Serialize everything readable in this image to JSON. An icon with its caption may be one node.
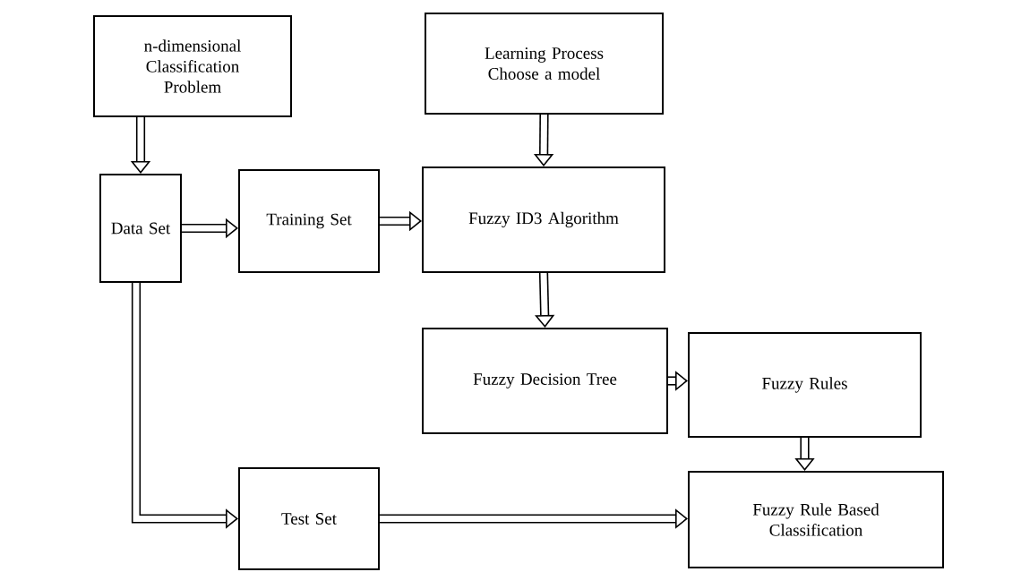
{
  "diagram": {
    "nodes": [
      {
        "text": [
          "n-dimensional Classification Problem"
        ]
      },
      {
        "text": [
          "Learning Process Choose a model"
        ]
      },
      {
        "text": [
          "Data Set"
        ]
      },
      {
        "text": [
          "Training Set"
        ]
      },
      {
        "text": [
          "Fuzzy ID3 Algorithm"
        ]
      },
      {
        "text": [
          "Fuzzy Decision Tree"
        ]
      },
      {
        "text": [
          "Fuzzy Rules"
        ]
      },
      {
        "text": [
          "Test Set"
        ]
      },
      {
        "text": [
          "Fuzzy Rule Based Classification"
        ]
      }
    ],
    "edges": [
      {
        "from": 0,
        "to": 2,
        "arrow": "to"
      },
      {
        "from": 1,
        "to": 4,
        "arrow": "to"
      },
      {
        "from": 2,
        "to": 3,
        "arrow": "to"
      },
      {
        "from": 3,
        "to": 4,
        "arrow": "to"
      },
      {
        "from": 4,
        "to": 5,
        "arrow": "to"
      },
      {
        "from": 5,
        "to": 6,
        "arrow": "to"
      },
      {
        "from": 6,
        "to": 8,
        "arrow": "to"
      },
      {
        "from": 2,
        "to": 7,
        "arrow": "to"
      },
      {
        "from": 7,
        "to": 8,
        "arrow": "to"
      }
    ]
  }
}
